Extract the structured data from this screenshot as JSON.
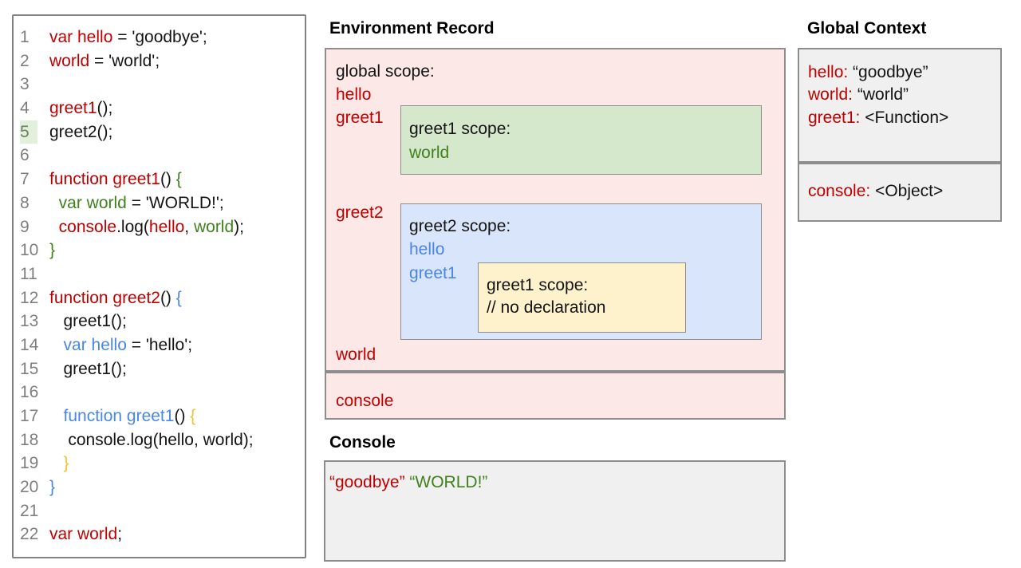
{
  "code_panel": {
    "highlighted_line": 5,
    "lines": [
      {
        "n": "1",
        "segments": [
          {
            "t": "var hello",
            "c": "r"
          },
          {
            "t": " = 'goodbye';",
            "c": "k"
          }
        ]
      },
      {
        "n": "2",
        "segments": [
          {
            "t": "world",
            "c": "r"
          },
          {
            "t": " = 'world';",
            "c": "k"
          }
        ]
      },
      {
        "n": "3",
        "segments": []
      },
      {
        "n": "4",
        "segments": [
          {
            "t": "greet1",
            "c": "r"
          },
          {
            "t": "();",
            "c": "k"
          }
        ]
      },
      {
        "n": "5",
        "segments": [
          {
            "t": "greet2();",
            "c": "k"
          }
        ]
      },
      {
        "n": "6",
        "segments": []
      },
      {
        "n": "7",
        "segments": [
          {
            "t": "function greet1",
            "c": "r"
          },
          {
            "t": "() ",
            "c": "k"
          },
          {
            "t": "{",
            "c": "g"
          }
        ]
      },
      {
        "n": "8",
        "segments": [
          {
            "t": "  ",
            "c": "k"
          },
          {
            "t": "var world",
            "c": "g"
          },
          {
            "t": " = 'WORLD!';",
            "c": "k"
          }
        ]
      },
      {
        "n": "9",
        "segments": [
          {
            "t": "  ",
            "c": "k"
          },
          {
            "t": "console",
            "c": "r"
          },
          {
            "t": ".log(",
            "c": "k"
          },
          {
            "t": "hello",
            "c": "r"
          },
          {
            "t": ", ",
            "c": "k"
          },
          {
            "t": "world",
            "c": "g"
          },
          {
            "t": ");",
            "c": "k"
          }
        ]
      },
      {
        "n": "10",
        "segments": [
          {
            "t": "}",
            "c": "g"
          }
        ]
      },
      {
        "n": "11",
        "segments": []
      },
      {
        "n": "12",
        "segments": [
          {
            "t": "function greet2",
            "c": "r"
          },
          {
            "t": "() ",
            "c": "k"
          },
          {
            "t": "{",
            "c": "b"
          }
        ]
      },
      {
        "n": "13",
        "segments": [
          {
            "t": "   greet1();",
            "c": "k"
          }
        ]
      },
      {
        "n": "14",
        "segments": [
          {
            "t": "   ",
            "c": "k"
          },
          {
            "t": "var hello",
            "c": "b"
          },
          {
            "t": " = 'hello';",
            "c": "k"
          }
        ]
      },
      {
        "n": "15",
        "segments": [
          {
            "t": "   greet1();",
            "c": "k"
          }
        ]
      },
      {
        "n": "16",
        "segments": []
      },
      {
        "n": "17",
        "segments": [
          {
            "t": "   ",
            "c": "k"
          },
          {
            "t": "function greet1",
            "c": "b"
          },
          {
            "t": "() ",
            "c": "k"
          },
          {
            "t": "{",
            "c": "y"
          }
        ]
      },
      {
        "n": "18",
        "segments": [
          {
            "t": "    console.log(hello, world);",
            "c": "k"
          }
        ]
      },
      {
        "n": "19",
        "segments": [
          {
            "t": "   ",
            "c": "k"
          },
          {
            "t": "}",
            "c": "y"
          }
        ]
      },
      {
        "n": "20",
        "segments": [
          {
            "t": "}",
            "c": "b"
          }
        ]
      },
      {
        "n": "21",
        "segments": []
      },
      {
        "n": "22",
        "segments": [
          {
            "t": "var world",
            "c": "r"
          },
          {
            "t": ";",
            "c": "k"
          }
        ]
      }
    ]
  },
  "environment_record": {
    "title": "Environment Record",
    "global_scope": {
      "label": "global scope:",
      "var_hello": "hello",
      "var_greet1": "greet1",
      "var_greet2": "greet2",
      "var_world": "world"
    },
    "greet1_scope": {
      "label": "greet1 scope:",
      "var_world": "world"
    },
    "greet2_scope": {
      "label": "greet2 scope:",
      "var_hello": "hello",
      "var_greet1": "greet1",
      "greet1_scope": {
        "label": "greet1 scope:",
        "comment": "// no declaration"
      }
    },
    "console_record": {
      "var_console": "console"
    }
  },
  "global_context": {
    "title": "Global Context",
    "entries": [
      [
        {
          "t": "hello: ",
          "c": "r"
        },
        {
          "t": "“goodbye”",
          "c": "k"
        }
      ],
      [
        {
          "t": "world: ",
          "c": "r"
        },
        {
          "t": "“world”",
          "c": "k"
        }
      ],
      [
        {
          "t": "greet1: ",
          "c": "r"
        },
        {
          "t": "<Function>",
          "c": "k"
        }
      ]
    ],
    "console_entry": [
      {
        "t": "console: ",
        "c": "r"
      },
      {
        "t": "<Object>",
        "c": "k"
      }
    ]
  },
  "console_panel": {
    "title": "Console",
    "output": [
      {
        "t": "“goodbye”",
        "c": "r"
      },
      {
        "t": " ",
        "c": "k"
      },
      {
        "t": "“WORLD!”",
        "c": "g"
      }
    ]
  },
  "colors": {
    "variable_red": "#c00000",
    "scope_green": "#3f811c",
    "scope_blue": "#4a86e8",
    "brace_yellow": "#f1c232",
    "global_scope_bg": "#fce8e6",
    "greet1_scope_bg": "#d6e8cc",
    "greet2_scope_bg": "#d9e5fa",
    "inner_scope_bg": "#fdf2cc",
    "panel_gray_bg": "#f0f0f0",
    "border_gray": "#8d8d8d",
    "line_number_gray": "#7f7f7f",
    "line_highlight_green": "#e2efda"
  }
}
